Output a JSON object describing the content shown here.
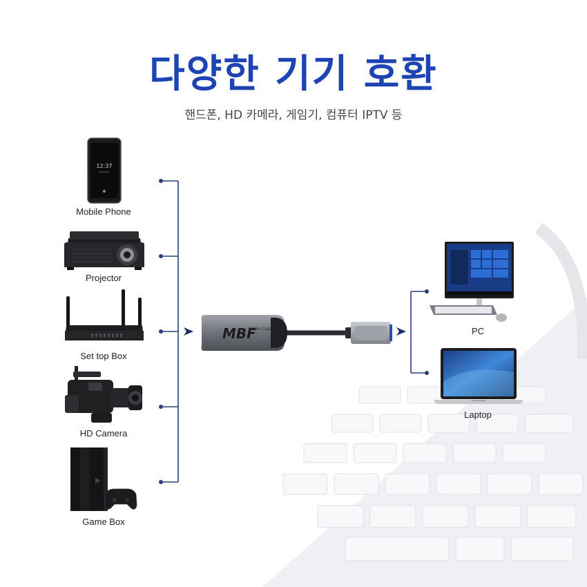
{
  "header": {
    "title": "다양한 기기 호환",
    "subtitle": "핸드폰, HD 카메라, 게임기, 컴퓨터 IPTV 등"
  },
  "sources": [
    {
      "label": "Mobile Phone",
      "icon": "mobile-phone-icon"
    },
    {
      "label": "Projector",
      "icon": "projector-icon"
    },
    {
      "label": "Set top Box",
      "icon": "router-icon"
    },
    {
      "label": "HD Camera",
      "icon": "video-camera-icon"
    },
    {
      "label": "Game Box",
      "icon": "game-console-icon"
    }
  ],
  "phone_screen": {
    "time": "12:37"
  },
  "capture_device": {
    "brand": "MBF",
    "text": "Video Capture"
  },
  "targets": [
    {
      "label": "PC",
      "icon": "desktop-pc-icon"
    },
    {
      "label": "Laptop",
      "icon": "laptop-icon"
    }
  ],
  "colors": {
    "accent": "#1e44b4",
    "line": "#2a3f7a"
  }
}
